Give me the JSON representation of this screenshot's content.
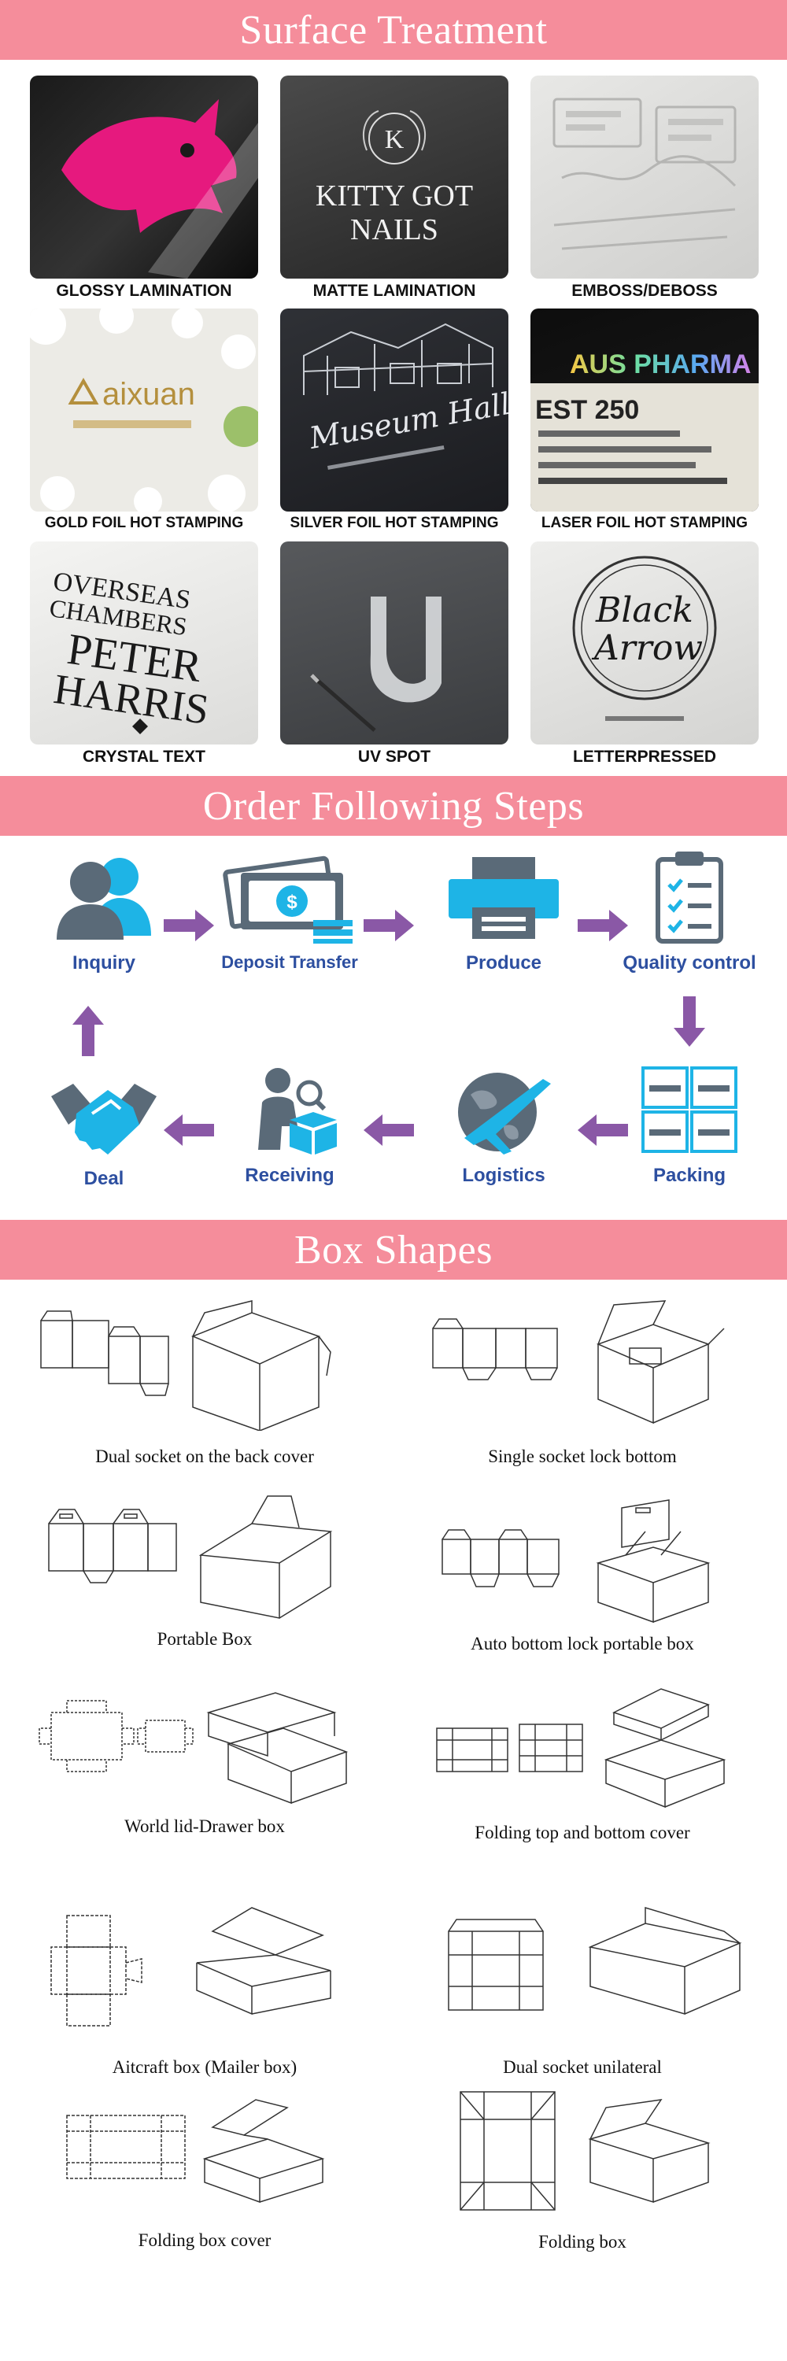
{
  "sections": {
    "surface_title": "Surface Treatment",
    "steps_title": "Order Following Steps",
    "shapes_title": "Box Shapes"
  },
  "surface_items": [
    {
      "caption": "GLOSSY LAMINATION"
    },
    {
      "caption": "MATTE LAMINATION",
      "photo_text_1": "KITTY GOT",
      "photo_text_2": "NAILS",
      "monogram": "K"
    },
    {
      "caption": "EMBOSS/DEBOSS"
    },
    {
      "caption": "GOLD FOIL HOT STAMPING",
      "photo_text_1": "aixuan"
    },
    {
      "caption": "SILVER FOIL HOT STAMPING",
      "photo_text_1": "Museum Hall"
    },
    {
      "caption": "LASER FOIL HOT STAMPING",
      "photo_text_1": "AUS PHARMA",
      "photo_text_2": "EST 250"
    },
    {
      "caption": "CRYSTAL TEXT",
      "photo_text_1": "OVERSEAS",
      "photo_text_2": "CHAMBERS",
      "photo_text_3": "PETER",
      "photo_text_4": "HARRIS"
    },
    {
      "caption": "UV SPOT"
    },
    {
      "caption": "LETTERPRESSED",
      "photo_text_1": "Black",
      "photo_text_2": "Arrow"
    }
  ],
  "steps": {
    "inquiry": "Inquiry",
    "deposit": "Deposit Transfer",
    "produce": "Produce",
    "quality": "Quality control",
    "packing": "Packing",
    "logistics": "Logistics",
    "receiving": "Receiving",
    "deal": "Deal"
  },
  "shapes": [
    "Dual socket on the back cover",
    "Single socket lock bottom",
    "Portable Box",
    "Auto bottom lock portable box",
    "World lid-Drawer box",
    "Folding top and bottom cover",
    "Aitcraft box  (Mailer box)",
    "Dual socket unilateral",
    "Folding box cover",
    "Folding box"
  ],
  "colors": {
    "banner": "#f58d9b",
    "step_label": "#2d4fa0",
    "arrow": "#8a58a6",
    "icon_blue": "#1eb4e6",
    "icon_gray": "#5a6a78"
  }
}
